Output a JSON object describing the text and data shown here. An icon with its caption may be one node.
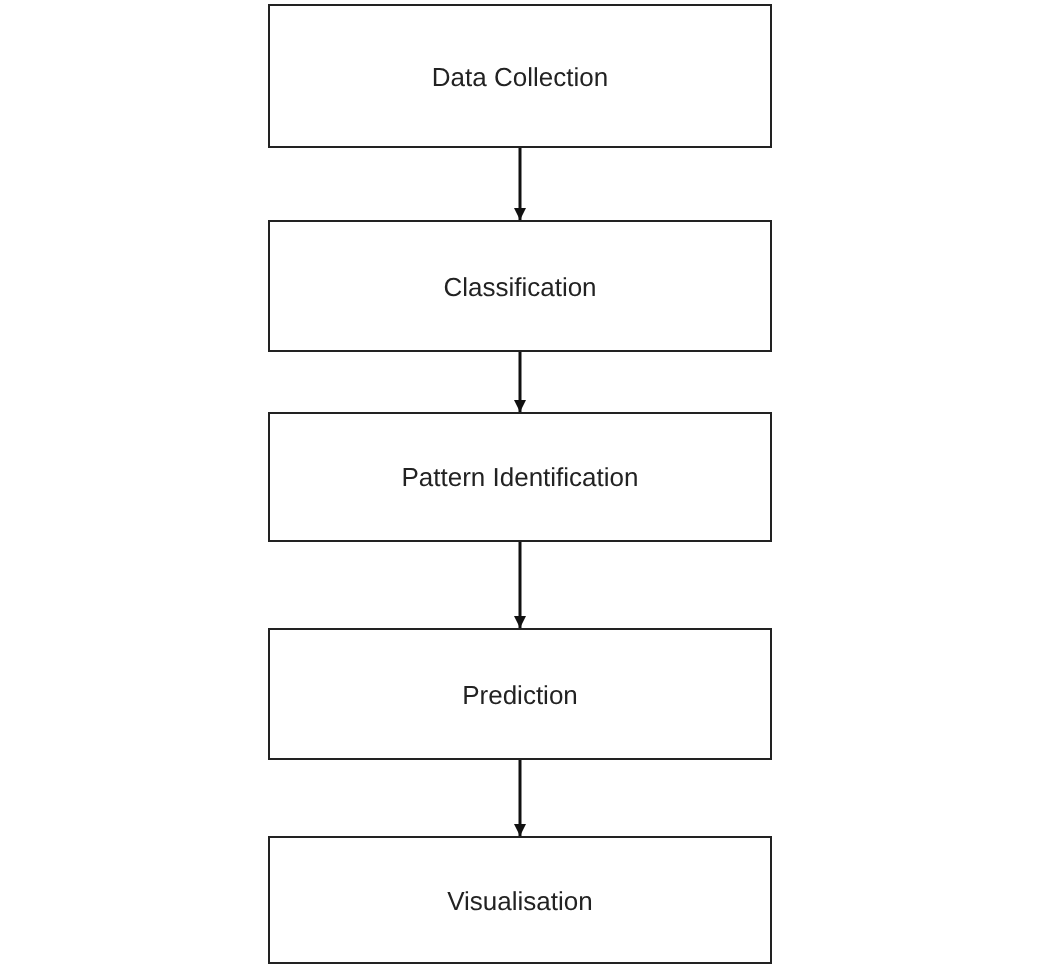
{
  "diagram": {
    "nodes": [
      {
        "text": [
          "Data Collection"
        ]
      },
      {
        "text": [
          "Classification"
        ]
      },
      {
        "text": [
          "Pattern Identification"
        ]
      },
      {
        "text": [
          "Prediction"
        ]
      },
      {
        "text": [
          "Visualisation"
        ]
      }
    ],
    "edges": [
      {
        "from": 0,
        "to": 1,
        "arrow": "to"
      },
      {
        "from": 1,
        "to": 2,
        "arrow": "to"
      },
      {
        "from": 2,
        "to": 3,
        "arrow": "to"
      },
      {
        "from": 3,
        "to": 4,
        "arrow": "to"
      }
    ]
  }
}
